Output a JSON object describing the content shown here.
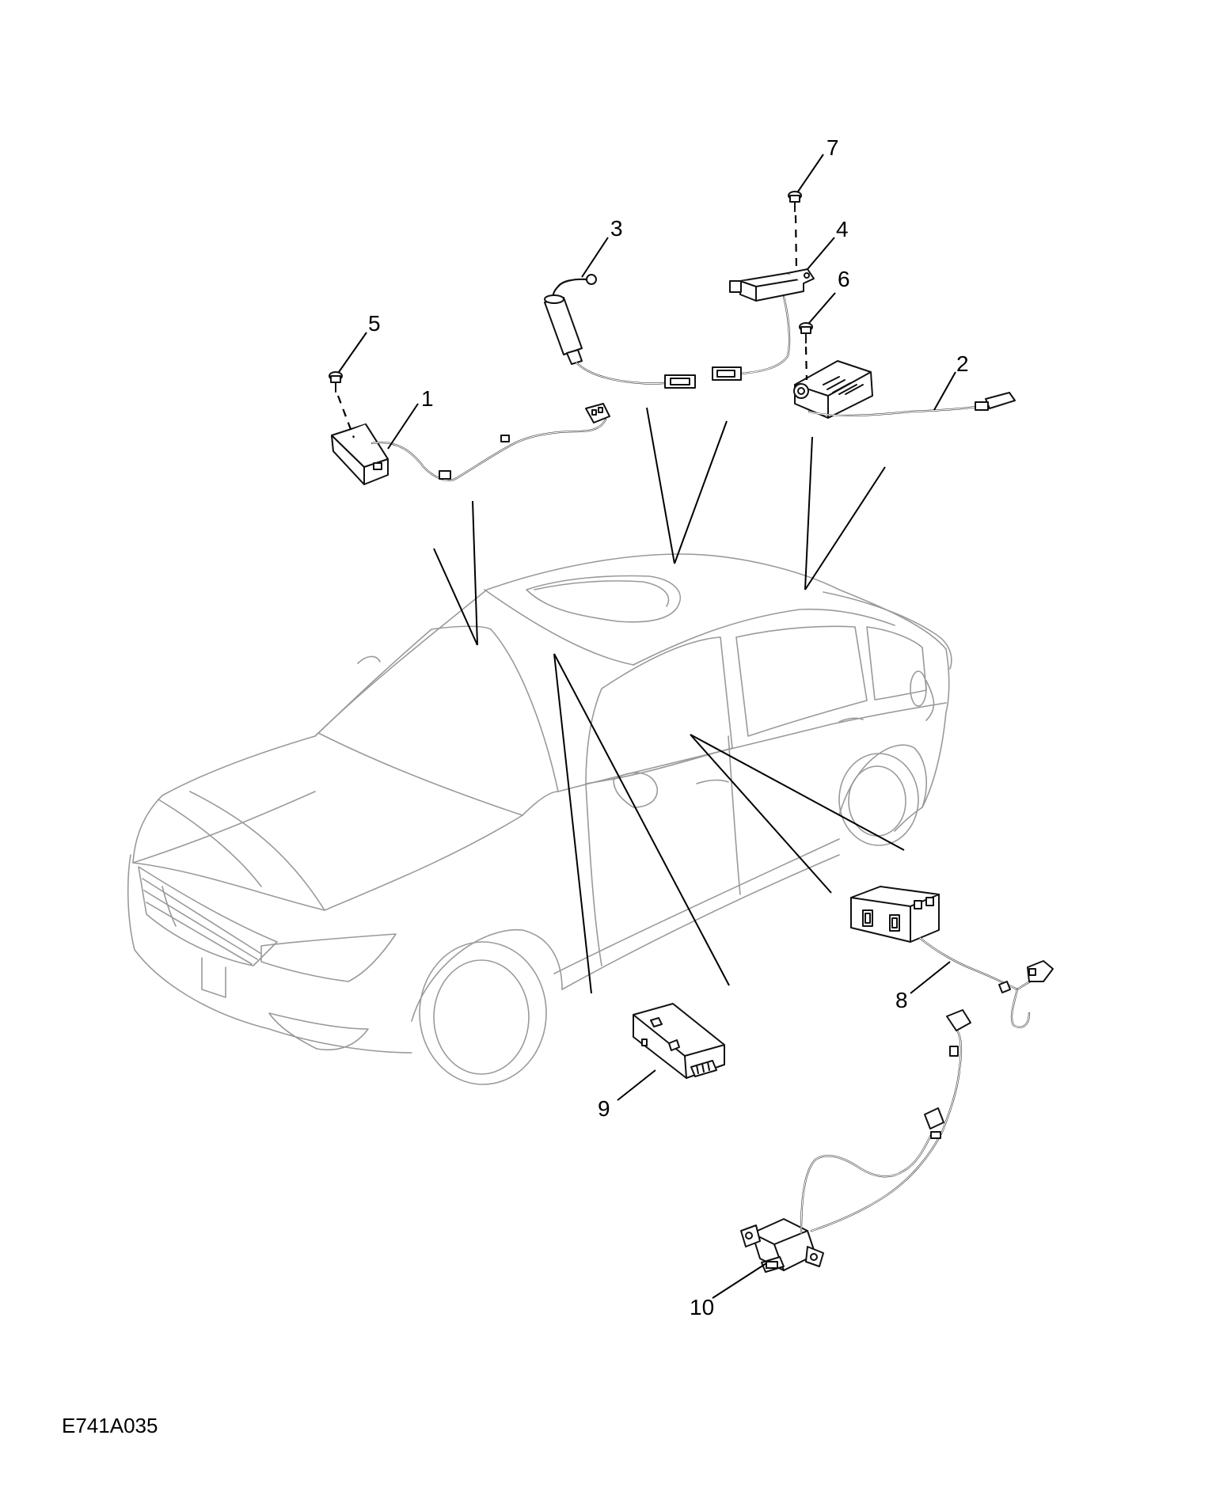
{
  "figure_code": "E741A035",
  "callouts": [
    {
      "number": "1",
      "part": "item-1"
    },
    {
      "number": "2",
      "part": "item-2"
    },
    {
      "number": "3",
      "part": "item-3"
    },
    {
      "number": "4",
      "part": "item-4"
    },
    {
      "number": "5",
      "part": "item-5"
    },
    {
      "number": "6",
      "part": "item-6"
    },
    {
      "number": "7",
      "part": "item-7"
    },
    {
      "number": "8",
      "part": "item-8"
    },
    {
      "number": "9",
      "part": "item-9"
    },
    {
      "number": "10",
      "part": "item-10"
    }
  ],
  "colors": {
    "line": "#000000",
    "vehicle": "#9a9a9a",
    "background": "#ffffff"
  }
}
